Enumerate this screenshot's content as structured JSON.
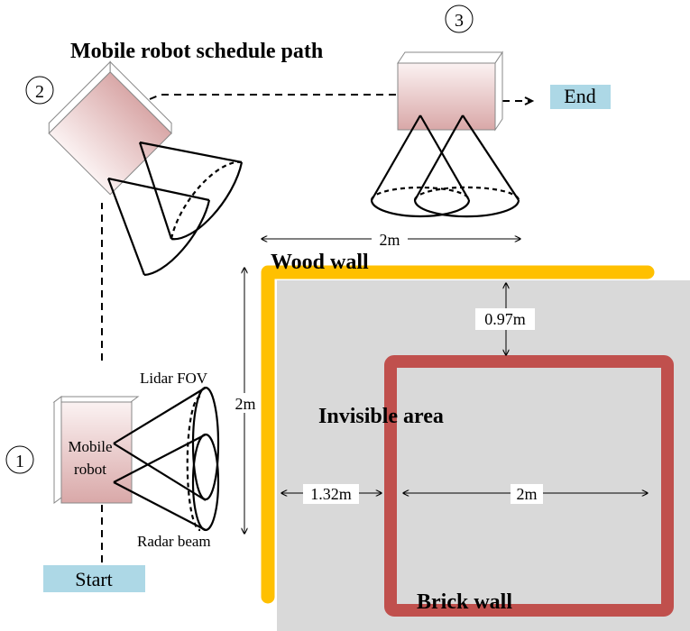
{
  "title": "Mobile robot schedule path",
  "start_label": "Start",
  "end_label": "End",
  "positions": {
    "p1": "①",
    "p2": "②",
    "p3": "③"
  },
  "robot_label_line1": "Mobile",
  "robot_label_line2": "robot",
  "lidar_label": "Lidar FOV",
  "radar_label": "Radar beam",
  "wood_wall_label": "Wood wall",
  "brick_wall_label": "Brick wall",
  "invisible_area_label": "Invisible area",
  "dimensions": {
    "top_width": "2m",
    "left_height": "2m",
    "gap_top": "0.97m",
    "gap_left": "1.32m",
    "brick_width": "2m"
  },
  "colors": {
    "wood_wall": "#FFC000",
    "brick_wall": "#C0504D",
    "invisible_area": "#D9D9D9",
    "label_box": "#ADD8E6",
    "robot_top": "#E8C8C8",
    "robot_bottom": "#F6ECEC"
  }
}
